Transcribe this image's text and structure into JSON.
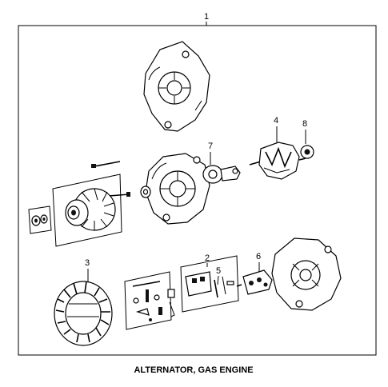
{
  "callouts": {
    "c1": "1",
    "c2": "2",
    "c3": "3",
    "c4": "4",
    "c5": "5",
    "c6": "6",
    "c7": "7",
    "c8": "8"
  },
  "caption": "ALTERNATOR, GAS ENGINE"
}
